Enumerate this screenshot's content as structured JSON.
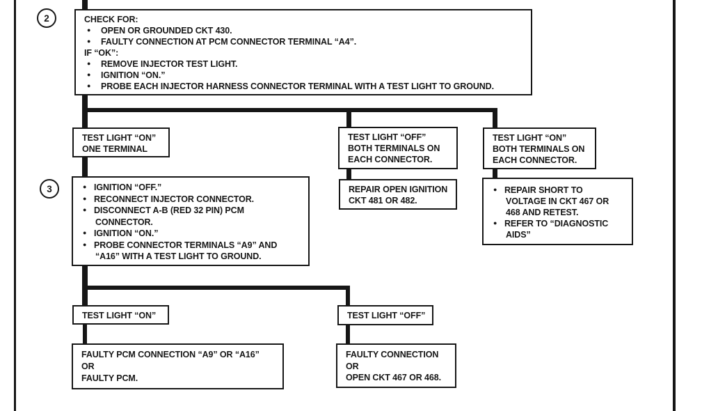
{
  "glyphs": {
    "bullet": "●"
  },
  "colors": {
    "ink": "#161616",
    "paper": "#ffffff"
  },
  "markers": {
    "step2": "2",
    "step3": "3"
  },
  "boxes": {
    "check": {
      "lines": [
        "CHECK FOR:",
        "OPEN OR GROUNDED CKT 430.",
        "FAULTY CONNECTION AT PCM CONNECTOR TERMINAL “A4”.",
        "IF “OK”:",
        "REMOVE INJECTOR TEST LIGHT.",
        "IGNITION “ON.”",
        "PROBE EACH INJECTOR HARNESS CONNECTOR TERMINAL WITH A TEST LIGHT TO GROUND."
      ]
    },
    "test_on_one": {
      "lines": [
        "TEST LIGHT “ON”",
        "ONE TERMINAL"
      ]
    },
    "test_off_both": {
      "lines": [
        "TEST LIGHT “OFF”",
        "BOTH TERMINALS ON",
        "EACH CONNECTOR."
      ]
    },
    "test_on_both": {
      "lines": [
        "TEST LIGHT “ON”",
        "BOTH TERMINALS ON",
        "EACH CONNECTOR."
      ]
    },
    "step3": {
      "lines": [
        "IGNITION “OFF.”",
        "RECONNECT INJECTOR CONNECTOR.",
        "DISCONNECT A-B (RED 32 PIN) PCM",
        "CONNECTOR.",
        "IGNITION “ON.”",
        "PROBE CONNECTOR TERMINALS “A9” AND",
        "“A16” WITH A TEST LIGHT TO GROUND."
      ]
    },
    "repair_open": {
      "lines": [
        "REPAIR OPEN IGNITION",
        "CKT 481 OR 482."
      ]
    },
    "repair_short": {
      "lines": [
        "REPAIR SHORT TO",
        "VOLTAGE IN CKT 467 OR",
        "468 AND RETEST.",
        "REFER TO “DIAGNOSTIC",
        "AIDS”"
      ]
    },
    "test_on": {
      "lines": [
        "TEST LIGHT “ON”"
      ]
    },
    "test_off": {
      "lines": [
        "TEST LIGHT “OFF”"
      ]
    },
    "faulty_pcm": {
      "lines": [
        "FAULTY PCM CONNECTION “A9” OR “A16”",
        "OR",
        "FAULTY PCM."
      ]
    },
    "faulty_conn": {
      "lines": [
        "FAULTY CONNECTION",
        "OR",
        "OPEN CKT 467 OR 468."
      ]
    }
  }
}
